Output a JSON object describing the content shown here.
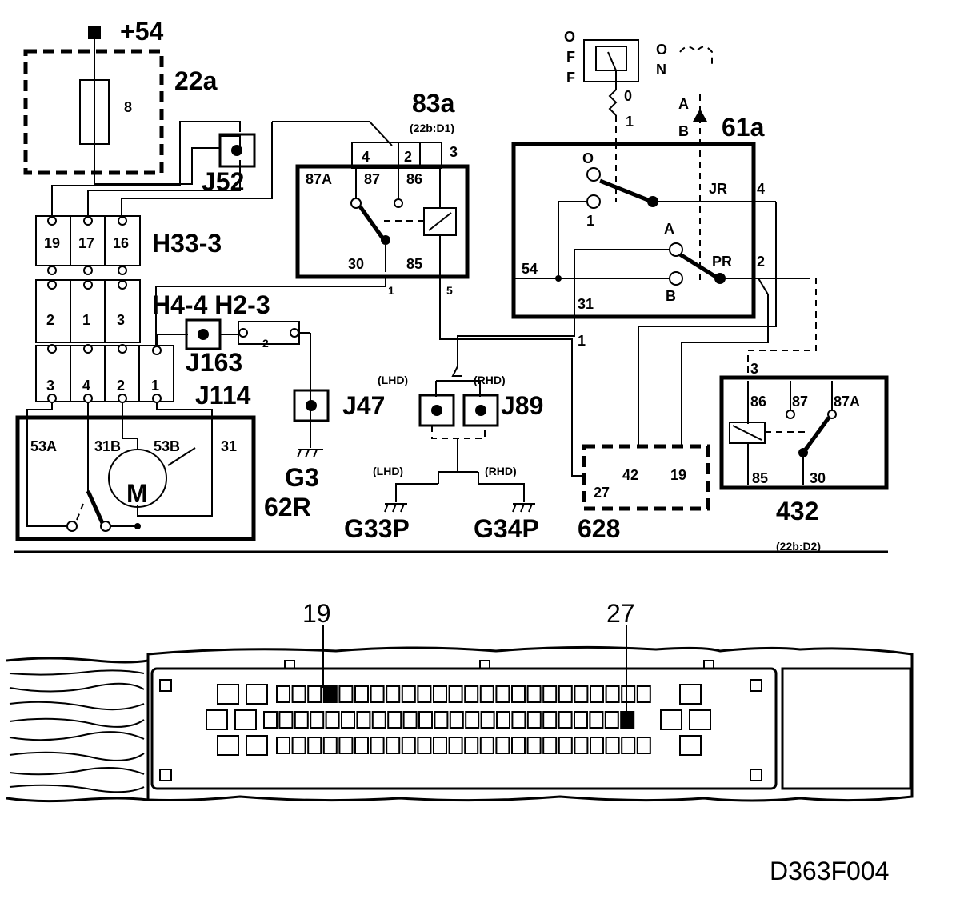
{
  "labels": {
    "plus54": "+54",
    "c22a": "22a",
    "fuse8": "8",
    "j52": "J52",
    "c83a": "83a",
    "c83a_ref": "(22b:D1)",
    "h33": "H33-3",
    "h4h2": "H4-4  H2-3",
    "j163": "J163",
    "j114": "J114",
    "g3": "G3",
    "r62": "62R",
    "j47": "J47",
    "j89": "J89",
    "lhd1": "(LHD)",
    "rhd1": "(RHD)",
    "lhd2": "(LHD)",
    "rhd2": "(RHD)",
    "g33p": "G33P",
    "g34p": "G34P",
    "c628": "628",
    "c61a": "61a",
    "c432": "432",
    "c432_ref": "(22b:D2)",
    "off_o": "O",
    "off_f1": "F",
    "off_f2": "F",
    "on_o": "O",
    "on_n": "N",
    "sw0": "0",
    "sw1": "1",
    "swA": "A",
    "swB": "B",
    "c19": "19",
    "c27": "27",
    "figure_id": "D363F004"
  },
  "relay83a": {
    "pins_top": [
      "4",
      "2",
      "3"
    ],
    "terms": [
      "87A",
      "87",
      "86"
    ],
    "bottom": [
      "30",
      "85"
    ],
    "pins_bottom": [
      "1",
      "5"
    ]
  },
  "switch61a": {
    "pos_o": "O",
    "pos_1": "1",
    "pos_a": "A",
    "pos_b": "B",
    "jr": "JR",
    "jr_pin": "4",
    "pr": "PR",
    "pr_pin": "2",
    "t54": "54",
    "t31": "31",
    "pin_1": "1"
  },
  "h33_pins": [
    "19",
    "17",
    "16"
  ],
  "h4_pins": [
    "2",
    "1",
    "3"
  ],
  "motor_plug_pins": [
    "3",
    "4",
    "2",
    "1"
  ],
  "h2_pin": "2",
  "motor": {
    "t53a": "53A",
    "t31b": "31B",
    "t53b": "53B",
    "t31": "31",
    "m": "M"
  },
  "module628": {
    "t42": "42",
    "t19": "19",
    "t27": "27"
  },
  "relay432": {
    "pin3": "3",
    "terms": [
      "86",
      "87",
      "87A"
    ],
    "bottom": [
      "85",
      "30"
    ]
  }
}
